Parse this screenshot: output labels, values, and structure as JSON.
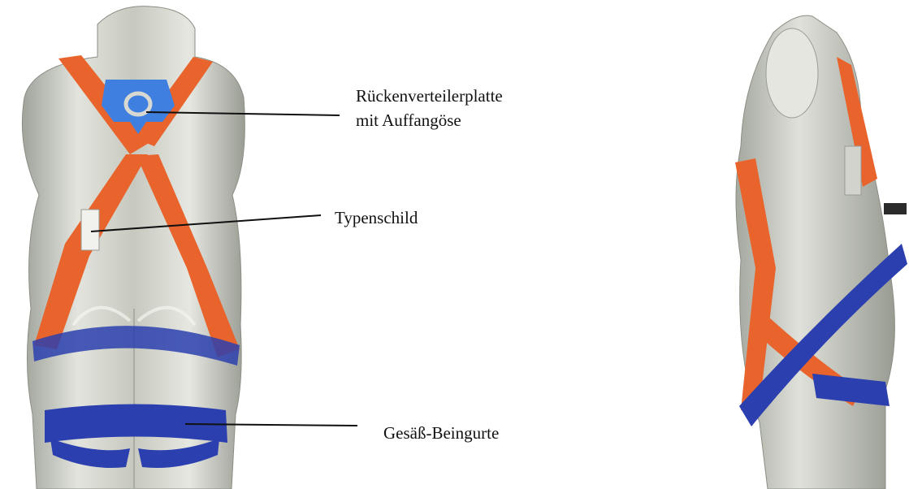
{
  "labels": {
    "back_plate_line1": "Rückenverteilerplatte",
    "back_plate_line2": "mit Auffangöse",
    "type_plate": "Typenschild",
    "leg_straps": "Gesäß-Beingurte"
  },
  "colors": {
    "strap_orange": "#e8642c",
    "strap_blue": "#2b3fae",
    "plate_blue": "#3f7fe0",
    "mannequin": "#c9cbc0",
    "leader_line": "#111111"
  }
}
